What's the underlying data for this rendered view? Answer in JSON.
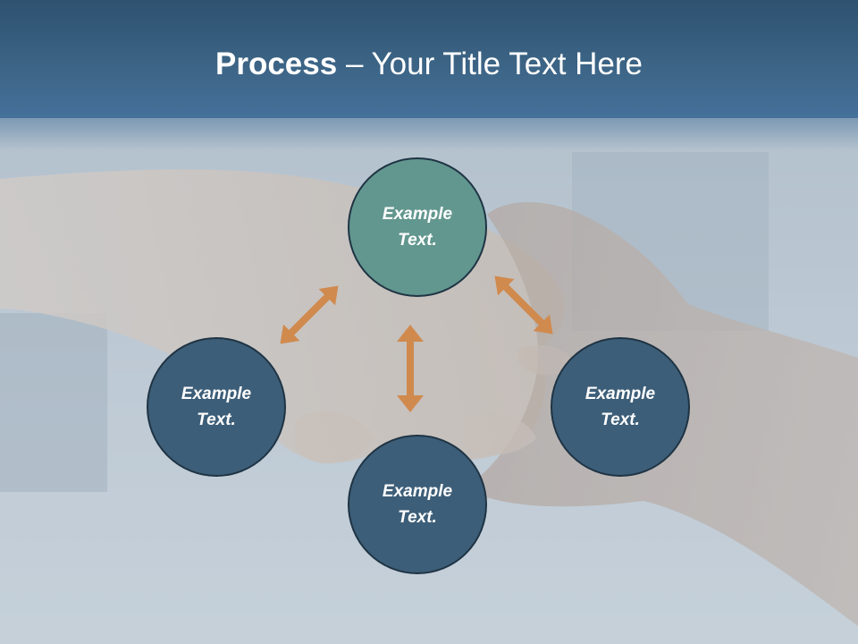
{
  "title": {
    "bold": "Process",
    "rest": " – Your Title Text Here"
  },
  "nodes": [
    {
      "line1": "Example",
      "line2": "Text."
    },
    {
      "line1": "Example",
      "line2": "Text."
    },
    {
      "line1": "Example",
      "line2": "Text."
    },
    {
      "line1": "Example",
      "line2": "Text."
    }
  ],
  "colors": {
    "header": "#3c6485",
    "node_highlight": "#62978f",
    "node": "#3d5e78",
    "arrow": "#d08a4e"
  }
}
